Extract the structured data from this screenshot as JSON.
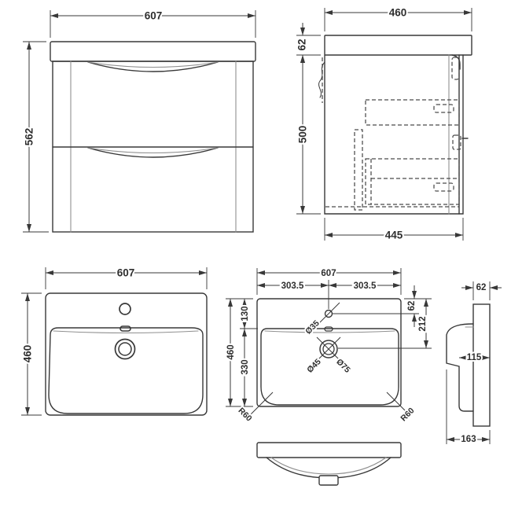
{
  "drawing": {
    "type": "technical-dimension-drawing",
    "subject": "wall-hung vanity unit with basin",
    "colors": {
      "line_color": "#383838",
      "secondary_line_color": "#8f8f8f",
      "background": "#ffffff"
    },
    "views": {
      "vanity_front": {
        "dims": {
          "width": "607",
          "height": "562"
        }
      },
      "vanity_side": {
        "dims": {
          "depth": "460",
          "worktop_thickness": "62",
          "cabinet_height": "500",
          "base_depth": "445"
        }
      },
      "basin_top": {
        "dims": {
          "width": "607",
          "depth": "460"
        }
      },
      "basin_plan": {
        "dims": {
          "width": "607",
          "half_left": "303.5",
          "half_right": "303.5",
          "depth": "460",
          "rim_to_bowl": "130",
          "bowl_length": "330",
          "tap_offset": "62",
          "waste_offset": "212",
          "tap_hole_dia": "Ø35",
          "waste_inner_dia": "Ø45",
          "waste_outer_dia": "Ø75",
          "corner_radius_left": "R60",
          "corner_radius_right": "R60"
        }
      },
      "basin_profile": {
        "dims": {
          "rim_thickness": "62",
          "bowl_inset": "115",
          "overall_depth": "163"
        }
      }
    }
  }
}
